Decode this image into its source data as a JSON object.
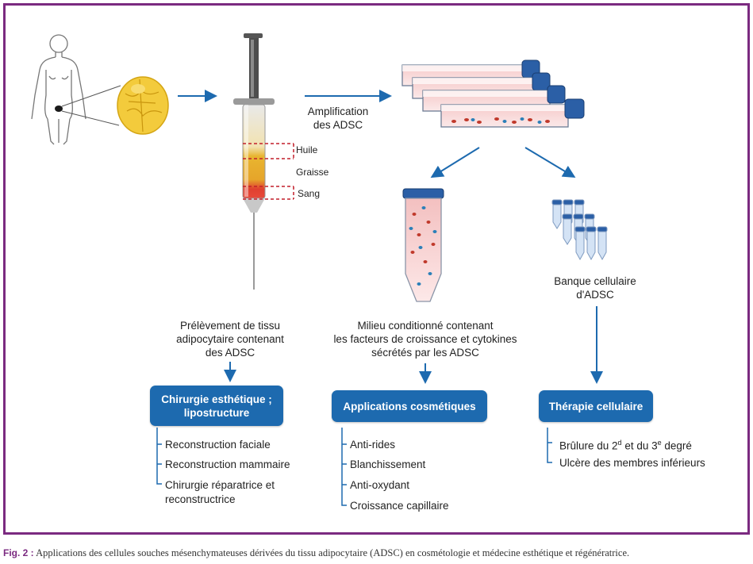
{
  "colors": {
    "frame": "#7b2a80",
    "arrow": "#1d6aaf",
    "box": "#1d6aaf",
    "dash": "#c21f2a",
    "fat": "#f0c84a"
  },
  "syringe_labels": {
    "oil": "Huile",
    "fat": "Graisse",
    "blood": "Sang"
  },
  "amplification": {
    "line1": "Amplification",
    "line2": "des ADSC"
  },
  "bank": {
    "line1": "Banque cellulaire",
    "line2": "d'ADSC"
  },
  "col1": {
    "desc": [
      "Prélèvement de tissu",
      "adipocytaire contenant",
      "des ADSC"
    ],
    "box": [
      "Chirurgie esthétique ;",
      "lipostructure"
    ],
    "items": [
      "Reconstruction faciale",
      "Reconstruction mammaire",
      "Chirurgie réparatrice et",
      "reconstructrice"
    ]
  },
  "col2": {
    "desc": [
      "Milieu conditionné contenant",
      "les facteurs de croissance et cytokines",
      "sécrétés par les ADSC"
    ],
    "box": "Applications cosmétiques",
    "items": [
      "Anti-rides",
      "Blanchissement",
      "Anti-oxydant",
      "Croissance capillaire"
    ]
  },
  "col3": {
    "box": "Thérapie cellulaire",
    "items": {
      "burn_prefix": "Brûlure du 2",
      "burn_sup1": "d",
      "burn_mid": " et du 3",
      "burn_sup2": "e",
      "burn_suffix": " degré",
      "ulcer": "Ulcère des membres inférieurs"
    }
  },
  "caption": {
    "label": "Fig. 2 :",
    "text": " Applications des cellules souches mésenchymateuses dérivées du tissu adipocytaire (ADSC) en cosmétologie et médecine esthétique et régénératrice."
  }
}
